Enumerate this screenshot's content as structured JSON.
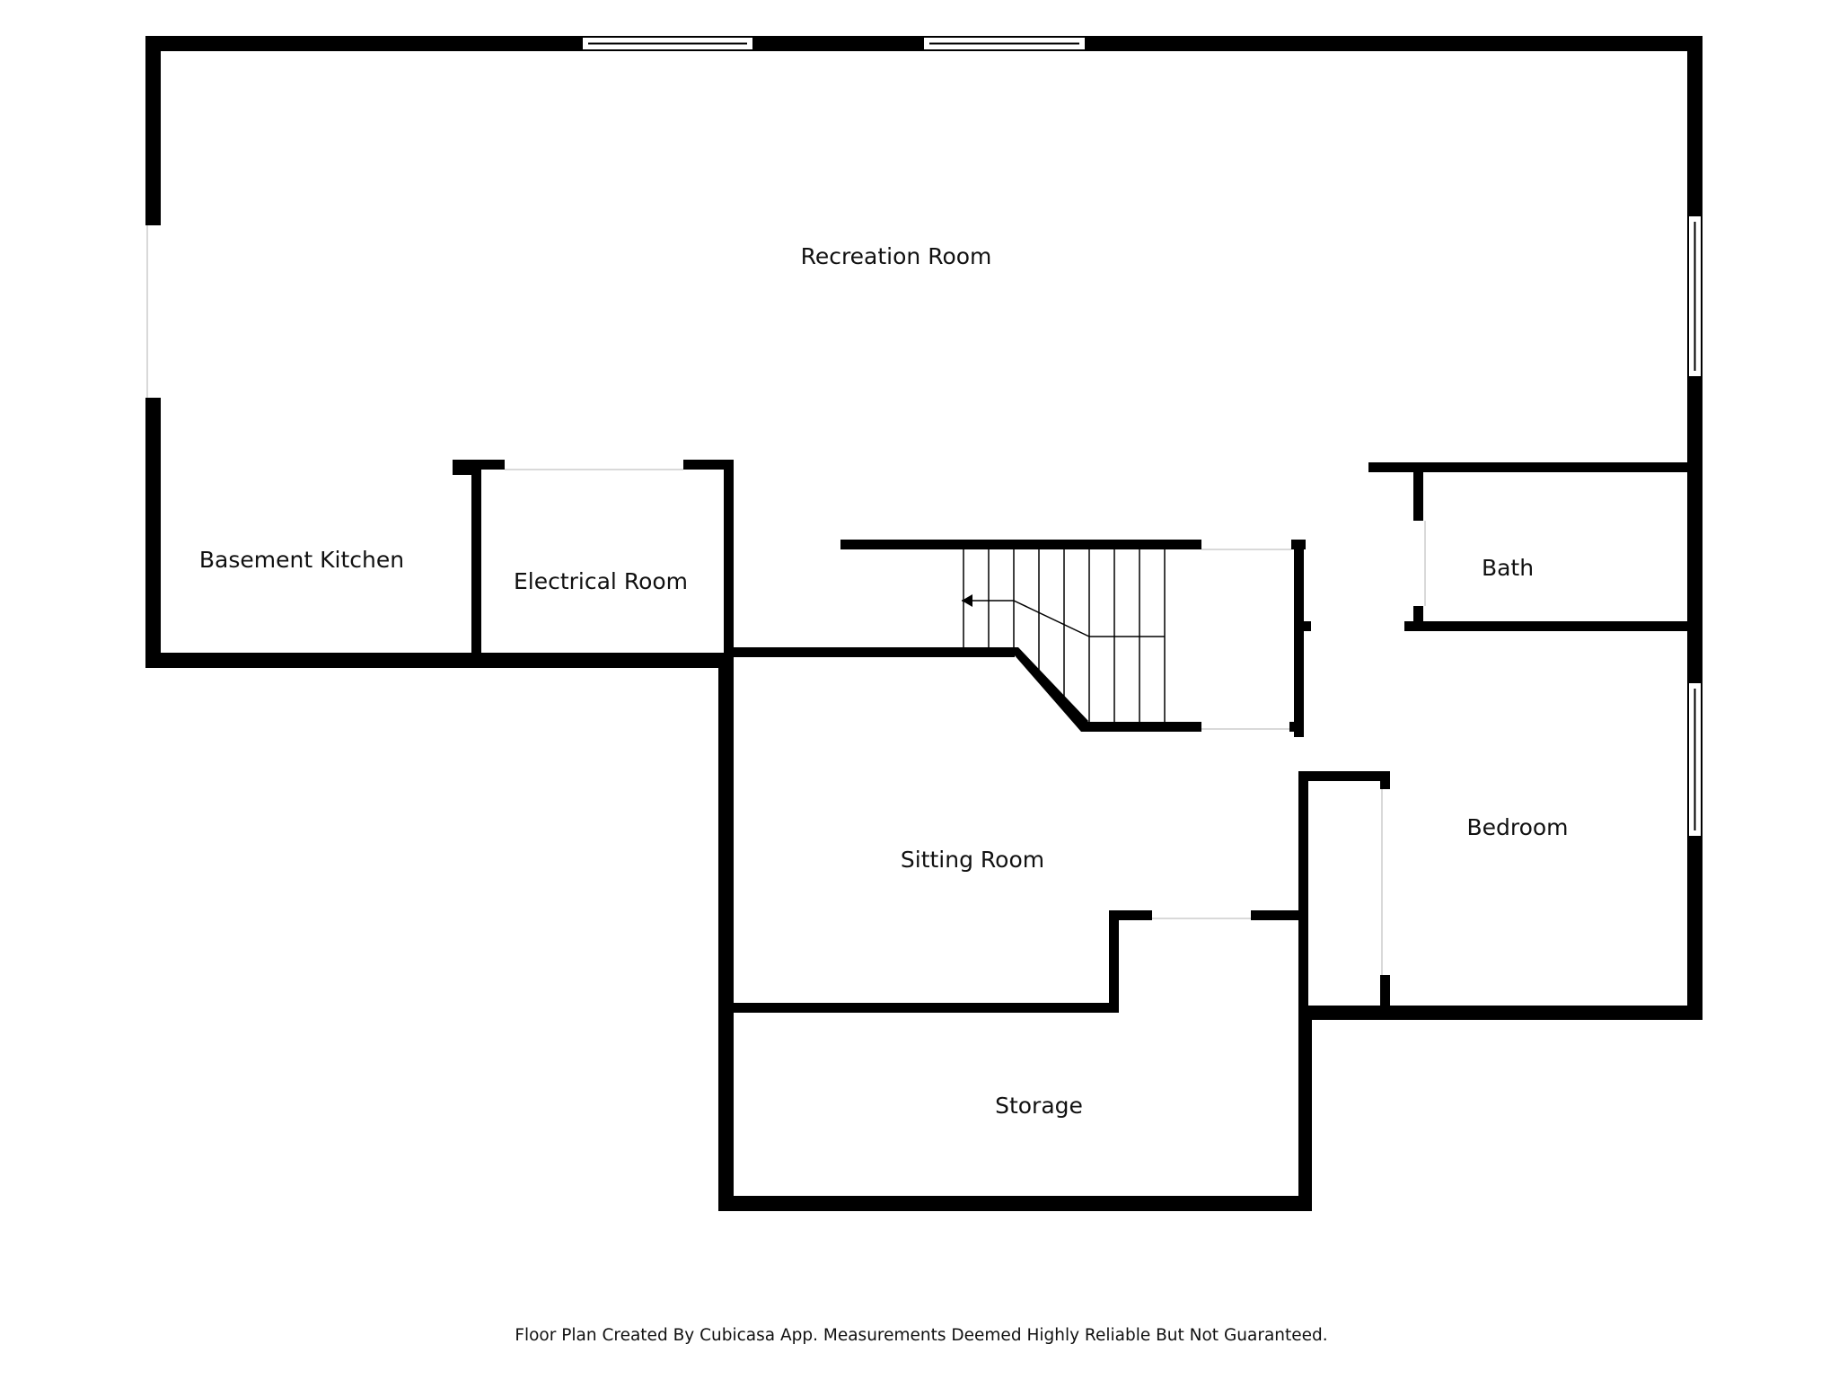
{
  "rooms": {
    "recreation": "Recreation Room",
    "kitchen": "Basement Kitchen",
    "electrical": "Electrical Room",
    "bath": "Bath",
    "bedroom": "Bedroom",
    "sitting": "Sitting Room",
    "storage": "Storage"
  },
  "footer": {
    "note": "Floor Plan Created By Cubicasa App. Measurements Deemed Highly Reliable But Not Guaranteed."
  },
  "colors": {
    "wall": "#000000",
    "background": "#ffffff",
    "opening": "#d9d9d9"
  },
  "icons": {
    "stair_direction": "arrow-left-icon"
  }
}
